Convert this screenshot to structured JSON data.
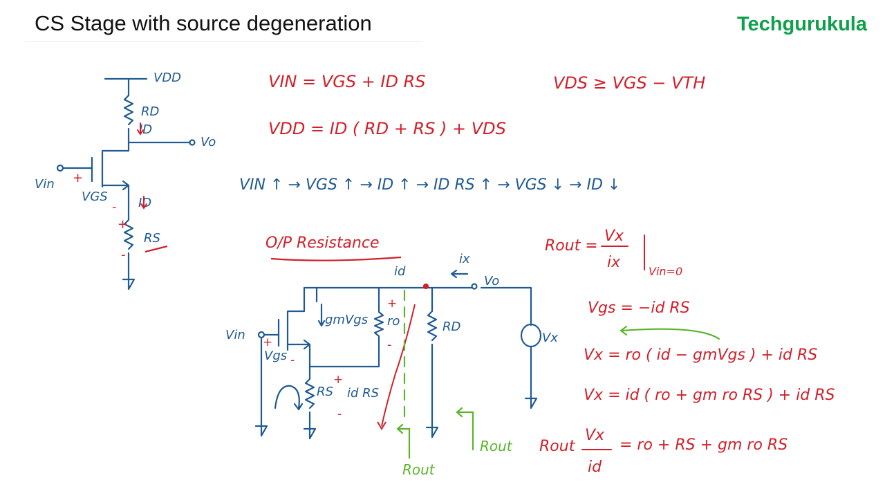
{
  "header": {
    "title": "CS Stage with source degeneration",
    "brand": "Techgurukula"
  },
  "colors": {
    "brand": "#0fa04b",
    "ink_blue": "#1f5a91",
    "ink_red": "#d0202a",
    "ink_green": "#5ab52a"
  },
  "circuit1": {
    "vdd": "VDD",
    "rd": "RD",
    "id_top": "ID",
    "vo": "Vo",
    "vin": "Vin",
    "plus": "+",
    "minus": "-",
    "vgs": "VGS",
    "id_bottom": "ID",
    "rs": "RS"
  },
  "equations": {
    "eq1": "VIN = VGS + ID RS",
    "eq2": "VDS ≥ VGS − VTH",
    "eq3": "VDD = ID ( RD + RS ) + VDS",
    "eq4": "VIN ↑ → VGS ↑ → ID ↑ → ID RS ↑ → VGS ↓ → ID ↓"
  },
  "section": {
    "heading": "O/P Resistance"
  },
  "circuit2": {
    "id": "id",
    "ix": "ix",
    "vo": "Vo",
    "gm_vgs": "gmVgs",
    "ro": "ro",
    "rd": "RD",
    "plus": "+",
    "minus": "-",
    "vin": "Vin",
    "vgs": "Vgs",
    "rs": "RS",
    "id_rs": "id RS",
    "vx": "Vx",
    "rout1": "Rout",
    "rout2": "Rout"
  },
  "derivation": {
    "rout_lhs": "Rout =",
    "rout_num": "Vx",
    "rout_den": "ix",
    "rout_cond": "Vin=0",
    "d1": "Vgs = −id RS",
    "d2": "Vx = ro ( id − gmVgs ) + id RS",
    "d3": "Vx = id ( ro + gm ro RS ) + id RS",
    "final_lhs": "Rout",
    "final_num": "Vx",
    "final_den": "id",
    "final_rhs": "= ro + RS + gm ro RS"
  }
}
